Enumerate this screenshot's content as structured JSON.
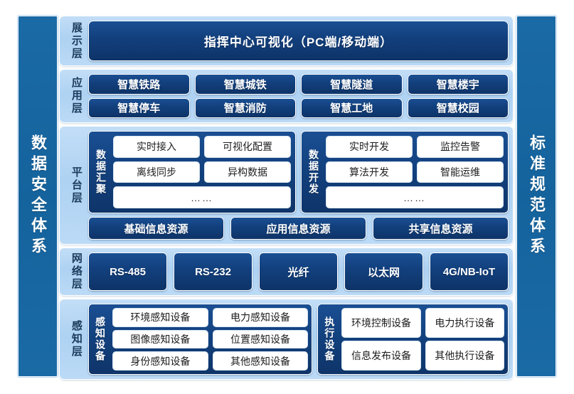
{
  "pillars": {
    "left": "数据安全体系",
    "right": "标准规范体系"
  },
  "layers": {
    "presentation": {
      "label": "展示层",
      "hero": "指挥中心可视化（PC端/移动端）"
    },
    "application": {
      "label": "应用层",
      "row1": [
        "智慧铁路",
        "智慧城铁",
        "智慧隧道",
        "智慧楼宇"
      ],
      "row2": [
        "智慧停车",
        "智慧消防",
        "智慧工地",
        "智慧校园"
      ]
    },
    "platform": {
      "label": "平台层",
      "aggregation": {
        "title": "数据汇聚",
        "row1": [
          "实时接入",
          "可视化配置"
        ],
        "row2": [
          "离线同步",
          "异构数据"
        ],
        "more": "……"
      },
      "development": {
        "title": "数据开发",
        "row1": [
          "实时开发",
          "监控告警"
        ],
        "row2": [
          "算法开发",
          "智能运维"
        ],
        "more": "……"
      },
      "resources": [
        "基础信息资源",
        "应用信息资源",
        "共享信息资源"
      ]
    },
    "network": {
      "label": "网络层",
      "items": [
        "RS-485",
        "RS-232",
        "光纤",
        "以太网",
        "4G/NB-IoT"
      ]
    },
    "sensing": {
      "label": "感知层",
      "sensors": {
        "title": "感知设备",
        "row1": [
          "环境感知设备",
          "电力感知设备"
        ],
        "row2": [
          "图像感知设备",
          "位置感知设备"
        ],
        "row3": [
          "身份感知设备",
          "其他感知设备"
        ]
      },
      "actuators": {
        "title": "执行设备",
        "row1": [
          "环境控制设备",
          "电力执行设备"
        ],
        "row2": [
          "信息发布设备",
          "其他执行设备"
        ]
      }
    }
  },
  "colors": {
    "pillar_blue": "#1a6aa6",
    "band_light_blue": "#aed2f2",
    "chip_dark_blue": "#12407c",
    "white_chip": "#ffffff"
  }
}
